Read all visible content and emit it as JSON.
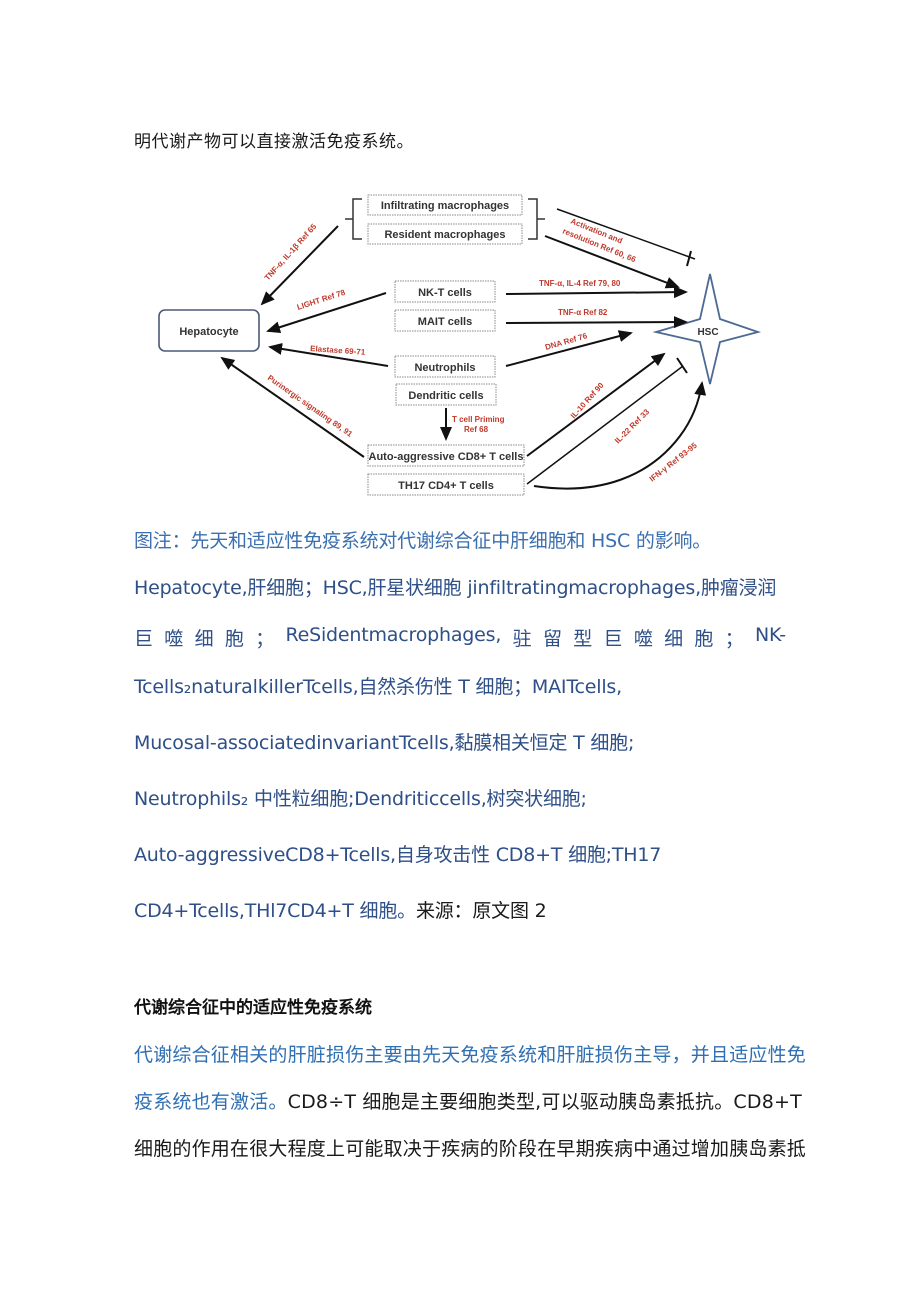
{
  "intro_line": "明代谢产物可以直接激活免疫系统。",
  "figure": {
    "nodes": {
      "hepatocyte": "Hepatocyte",
      "hsc": "HSC",
      "infiltrating_macrophages": "Infiltrating macrophages",
      "resident_macrophages": "Resident macrophages",
      "nkt_cells": "NK-T cells",
      "mait_cells": "MAIT cells",
      "neutrophils": "Neutrophils",
      "dendritic_cells": "Dendritic cells",
      "cd8_t_cells": "Auto-aggressive CD8+ T cells",
      "th17_cells": "TH17 CD4+ T cells"
    },
    "edge_labels": {
      "macrophage_to_hepatocyte": "TNF-α, IL-1β Ref 65",
      "macrophage_to_hsc_1": "Activation and",
      "macrophage_to_hsc_2": "resolution Ref 60, 66",
      "nkt_to_hepatocyte": "LIGHT Ref 78",
      "nkt_to_hsc": "TNF-α, IL-4 Ref 79, 80",
      "mait_to_hsc": "TNF-α Ref 82",
      "neutrophil_to_hepatocyte": "Elastase 69-71",
      "neutrophil_to_hsc": "DNA Ref 76",
      "dc_to_cd8_1": "T cell Priming",
      "dc_to_cd8_2": "Ref 68",
      "cd8_to_hepatocyte": "Purinergic signaling 89, 91",
      "cd8_to_hsc": "IL-10 Ref 90",
      "th17_to_hsc_inhibit": "IL-22 Ref 33",
      "th17_to_hsc": "IFN-γ Ref 93-95"
    }
  },
  "caption": {
    "line1": "图注：先天和适应性免疫系统对代谢综合征中肝细胞和 HSC 的影响。",
    "line2": "Hepatocyte,肝细胞；HSC,肝星状细胞 jinfiltratingmacrophages,肿瘤浸润",
    "line3_parts": [
      "巨",
      "噬",
      "细",
      "胞",
      "；",
      "ReSidentmacrophages,",
      "驻",
      "留",
      "型",
      "巨",
      "噬",
      "细",
      "胞",
      "；",
      "NK-"
    ],
    "line4": "Tcells₂naturalkillerTcells,自然杀伤性 T 细胞；MAITcells,",
    "line5": "Mucosal-associatedinvariantTcells,黏膜相关恒定 T 细胞;",
    "line6": "Neutrophils₂ 中性粒细胞;Dendriticcells,树突状细胞;",
    "line7": "Auto-aggressiveCD8+Tcells,自身攻击性 CD8+T 细胞;TH17",
    "line8_blue": "CD4+Tcells,THl7CD4+T 细胞。",
    "line8_black": "来源：原文图 2"
  },
  "section": {
    "heading": "代谢综合征中的适应性免疫系统",
    "para_line1": "代谢综合征相关的肝脏损伤主要由先天免疫系统和肝脏损伤主导，并且适应性免",
    "para_line2_blue": "疫系统也有激活。",
    "para_line2_black": "CD8÷T 细胞是主要细胞类型,可以驱动胰岛素抵抗。CD8+T",
    "para_line3": "细胞的作用在很大程度上可能取决于疾病的阶段在早期疾病中通过增加胰岛素抵"
  }
}
